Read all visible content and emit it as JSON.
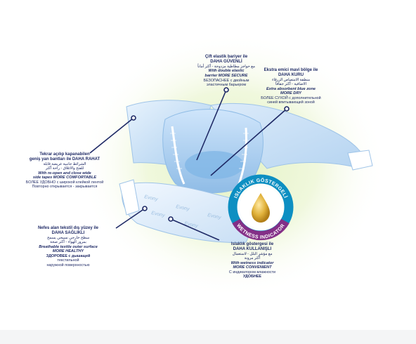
{
  "callouts": {
    "elastic_barrier": {
      "tr": "Çift elastik bariyer ile",
      "tr2": "DAHA GÜVENLİ",
      "ar": "مع حواجز مطاطية مزدوجة - أكثر أماناً",
      "en": "With double elastic",
      "en2": "barrier MORE SECURE",
      "ru": "БЕЗОПАСНЕЕ с двойным",
      "ru2": "эластичным барьером"
    },
    "absorbent_zone": {
      "tr": "Ekstra emici mavi bölge ile",
      "tr2": "DAHA KURU",
      "ar": "منطقة الامتصاص الزرقاء",
      "ar2": "الاضافية - أكثر جفافاً",
      "en": "Extra absorbent blue zone",
      "en2": "MORE DRY",
      "ru": "БОЛЕЕ СУХОЙ с дополнительной",
      "ru2": "синей впитывающей зоной"
    },
    "side_tapes": {
      "tr": "Tekrar açılıp kapanabilen",
      "tr2": "geniş yan bantları ile DAHA RAHAT",
      "ar": "الشرائط جانبية عريضة قابلة",
      "ar2": "للفتح والاغلاق - راحة أكثر",
      "en": "With re-open and close wide",
      "en2": "side tapes MORE COMFORTABLE",
      "ru": "БОЛЕЕ УДОБНО с широкой клейкой лентой",
      "ru2": "Повторно открывается - закрывается"
    },
    "breathable_textile": {
      "tr": "Nefes alan tekstil dış yüzey ile",
      "tr2": "DAHA SAĞLIKLI",
      "ar": "سطح خارجي نسيجي يسمح",
      "ar2": "بمرور الهواء - أكثر صحة",
      "en": "Breathable textile outer surface",
      "en2": "MORE HEALTHY",
      "ru": "ЗДОРОВЕЕ с дышащей",
      "ru2": "текстильной",
      "ru3": "наружной поверхностью"
    },
    "wetness_indicator": {
      "tr": "Islaklık göstergesi ile",
      "tr2": "DAHA KULLANIŞLI",
      "ar": "مع مؤشر البلل - لاستعمال",
      "ar2": "أكثر مرونة",
      "en": "With wetness indicator",
      "en2": "MORE CONVENIENT",
      "ru": "С индикатором влажности",
      "ru2": "УДОБНЕЕ"
    }
  },
  "badge": {
    "top_text": "ISLAKLIK GÖSTERGELİ",
    "bottom_text": "WETNESS INDICATOR"
  },
  "brand_print": "Evony",
  "colors": {
    "navy": "#1f2a66",
    "badge_ring": "#0d8fc2",
    "badge_band": "#8a2a84",
    "glow": "#d9ecb0",
    "diaper_blue": "#bcd9f3",
    "drop_gold": "#e0b13a"
  }
}
